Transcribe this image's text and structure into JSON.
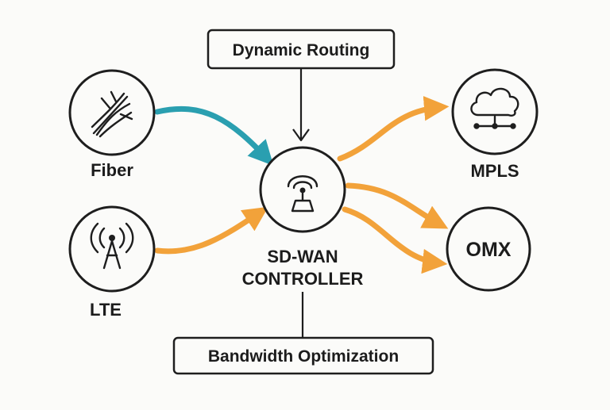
{
  "colors": {
    "teal": "#2a9fb0",
    "orange": "#f2a23a",
    "ink": "#1e1e1e",
    "background": "#fbfbf9"
  },
  "boxes": {
    "top": "Dynamic Routing",
    "bottom": "Bandwidth Optimization"
  },
  "controller": {
    "label_line1": "SD-WAN",
    "label_line2": "CONTROLLER",
    "icon": "router-antenna-icon"
  },
  "sources": [
    {
      "label": "Fiber",
      "icon": "fiber-strands-icon",
      "link_color": "teal"
    },
    {
      "label": "LTE",
      "icon": "cell-tower-icon",
      "link_color": "orange"
    }
  ],
  "destinations": [
    {
      "label": "MPLS",
      "icon": "cloud-network-icon"
    },
    {
      "label": "",
      "inner_text": "OMX"
    }
  ]
}
